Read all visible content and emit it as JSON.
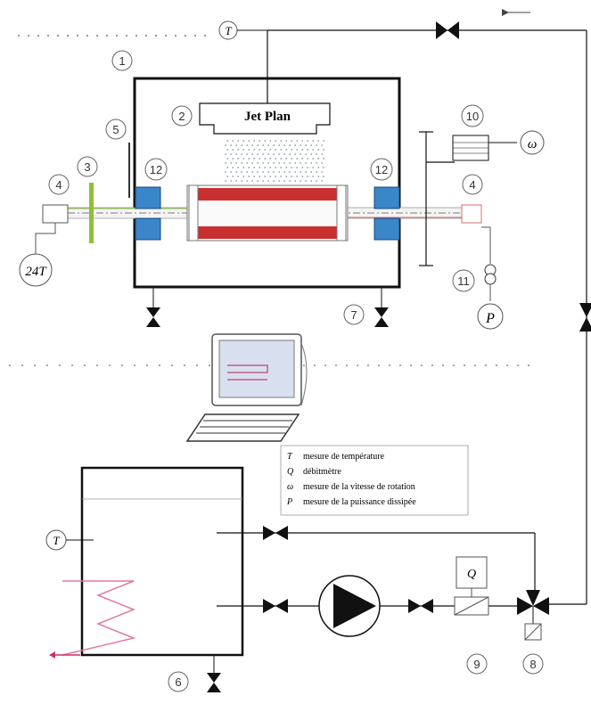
{
  "components": {
    "jet_label": "Jet Plan",
    "numbers": [
      "1",
      "2",
      "3",
      "4",
      "5",
      "6",
      "7",
      "8",
      "9",
      "10",
      "11",
      "12"
    ]
  },
  "symbols": {
    "T": "T",
    "T24": "24T",
    "omega": "ω",
    "P": "P",
    "Q": "Q"
  },
  "legend": {
    "items": [
      {
        "symbol": "T",
        "text": "mesure de température"
      },
      {
        "symbol": "Q",
        "text": "débitmètre"
      },
      {
        "symbol": "ω",
        "text": "mesure de la vitesse de rotation"
      },
      {
        "symbol": "P",
        "text": "mesure de la puissance dissipée"
      }
    ]
  },
  "colors": {
    "heater_red": "#c83030",
    "blue_block": "#3a86c8",
    "green_disc": "#8fbf3a",
    "coil_pink": "#e07aa8",
    "line": "#111111"
  }
}
